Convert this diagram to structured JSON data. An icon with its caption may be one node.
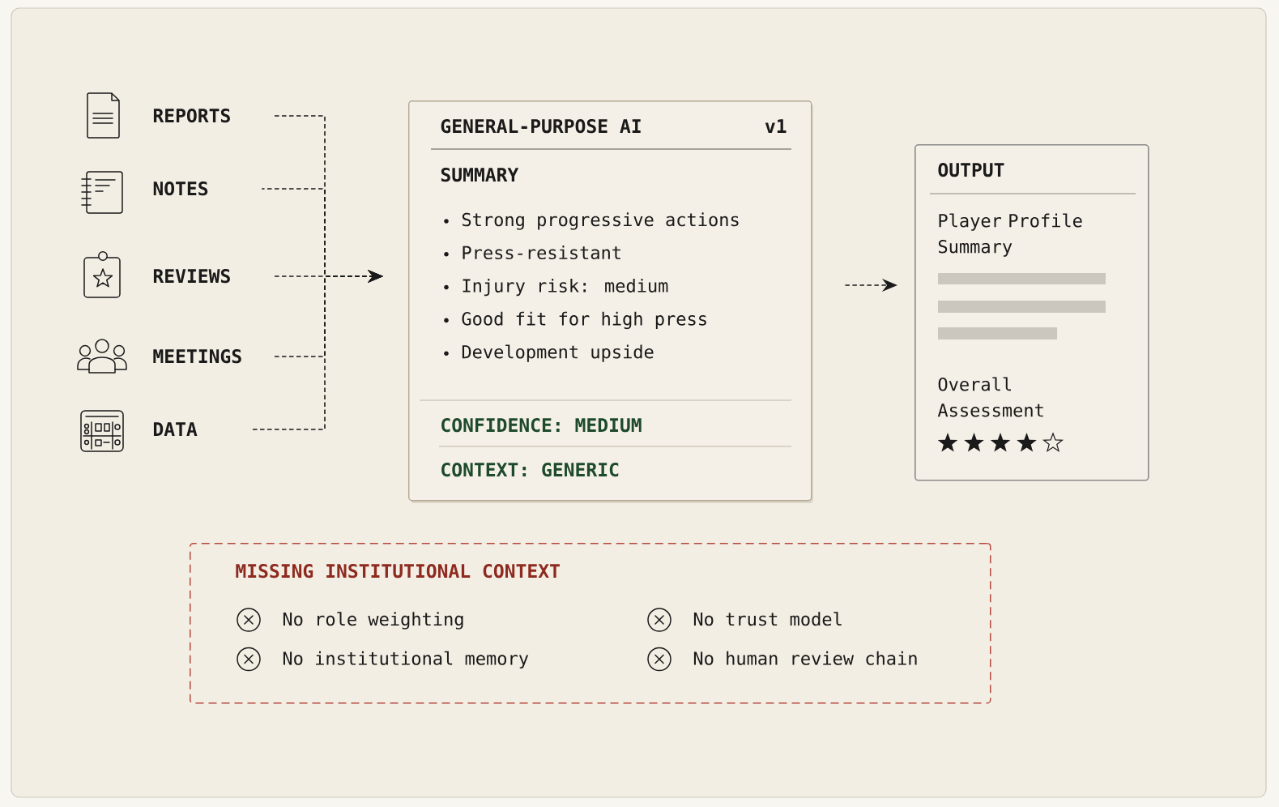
{
  "diagram": {
    "nodes": [
      {
        "text": [
          "REPORTS"
        ]
      },
      {
        "text": [
          "NOTES"
        ]
      },
      {
        "text": [
          "REVIEWS"
        ]
      },
      {
        "text": [
          "MEETINGS"
        ]
      },
      {
        "text": [
          "DATA"
        ]
      },
      {
        "text": [
          "GENERAL-PURPOSE AI",
          "v1",
          "SUMMARY",
          "Strong progressive actions",
          "Press-resistant",
          "Injury risk: medium",
          "Good fit for high press",
          "Development upside",
          "CONFIDENCE: MEDIUM",
          "CONTEXT: GENERIC"
        ]
      },
      {
        "text": [
          "OUTPUT",
          "Player Profile Summary",
          "Overall Assessment"
        ]
      },
      {
        "text": [
          "MISSING INSTITUTIONAL CONTEXT",
          "No role weighting",
          "No trust model",
          "No institutional memory",
          "No human review chain"
        ]
      }
    ],
    "edges": [
      {
        "from": 0,
        "to": 5,
        "arrow": "to",
        "style": "dashed"
      },
      {
        "from": 1,
        "to": 5,
        "arrow": "to",
        "style": "dashed"
      },
      {
        "from": 2,
        "to": 5,
        "arrow": "to",
        "style": "dashed"
      },
      {
        "from": 3,
        "to": 5,
        "arrow": "to",
        "style": "dashed"
      },
      {
        "from": 4,
        "to": 5,
        "arrow": "to",
        "style": "dashed"
      },
      {
        "from": 5,
        "to": 6,
        "arrow": "to",
        "style": "dashed"
      }
    ]
  }
}
